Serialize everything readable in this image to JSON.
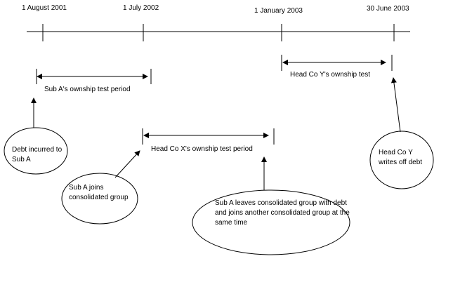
{
  "timeline": {
    "dates": [
      "1 August 2001",
      "1 July 2002",
      "1 January 2003",
      "30 June 2003"
    ]
  },
  "periods": {
    "sub_a": "Sub A's ownship test period",
    "head_co_x": "Head Co X's ownship test period",
    "head_co_y": "Head Co Y's ownship test"
  },
  "events": {
    "debt_incurred": "Debt incurred to Sub A",
    "sub_a_joins": "Sub A joins consolidated group",
    "sub_a_leaves": "Sub A leaves consolidated group with debt and joins another consolidated group at the same time",
    "head_co_y_writes_off": "Head Co Y writes off debt"
  }
}
